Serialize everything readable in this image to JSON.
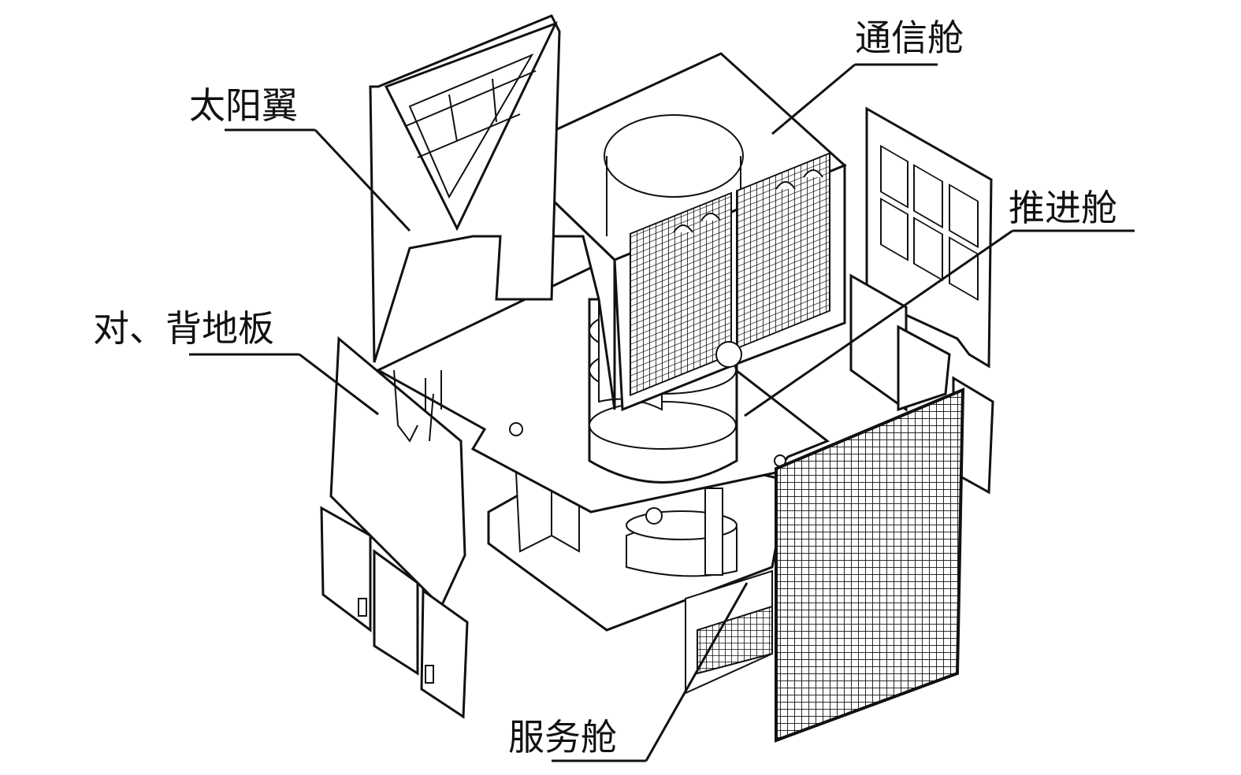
{
  "labels": {
    "solar_wing": "太阳翼",
    "comm_module": "通信舱",
    "propulsion_module": "推进舱",
    "panels": "对、背地板",
    "service_module": "服务舱"
  },
  "colors": {
    "line": "#111111",
    "background": "#ffffff"
  }
}
